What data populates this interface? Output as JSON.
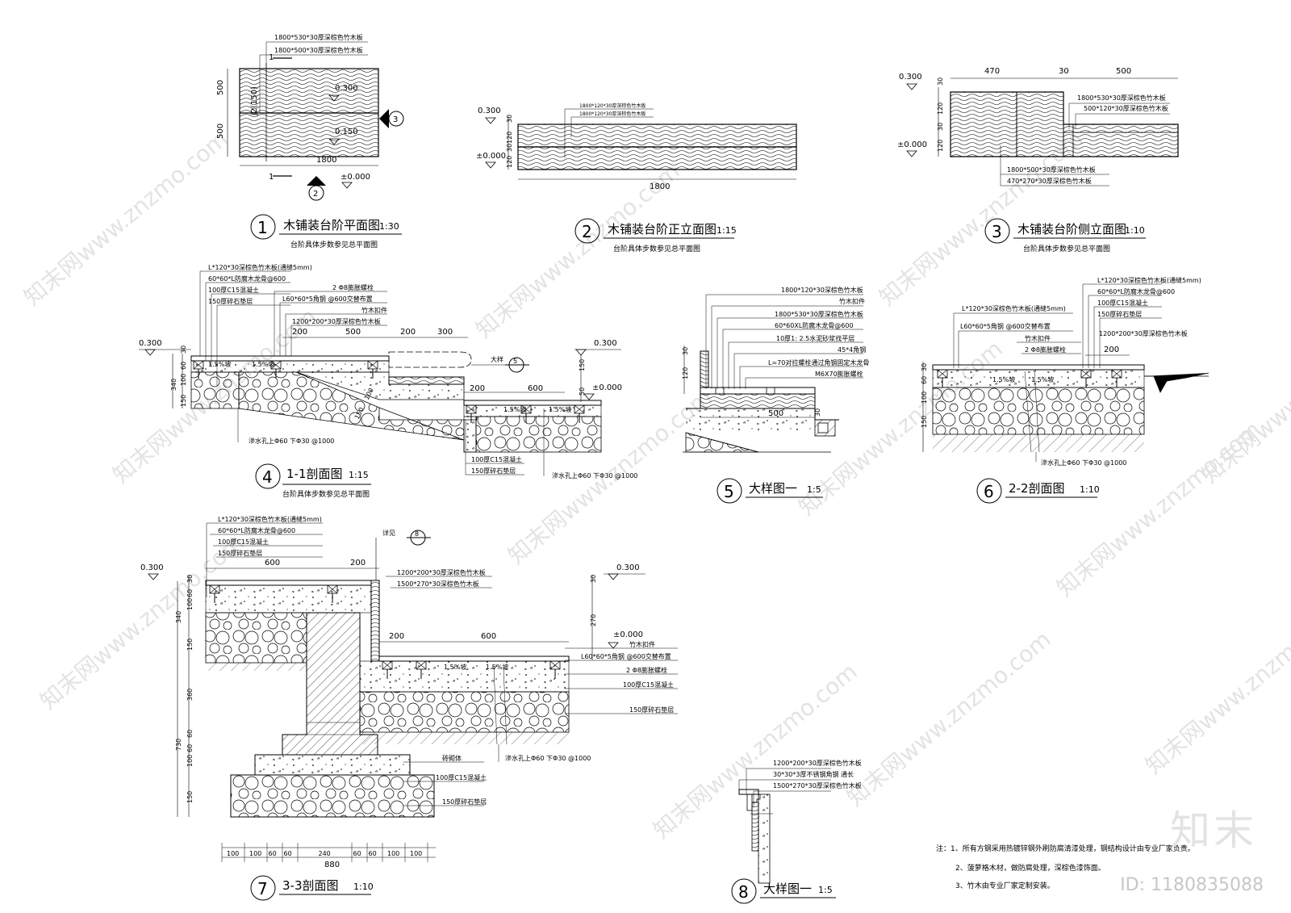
{
  "watermark": "知末网www.znzmo.com",
  "brand": "知末",
  "id_label": "ID: 1180835088",
  "sheet": {
    "d1": {
      "num": "1",
      "title": "木铺装台阶平面图",
      "scale": "1:30",
      "sub": "台阶具体步数参见总平面图",
      "labels": [
        "1800*530*30厚深棕色竹木板",
        "1800*500*30厚深棕色竹木板"
      ],
      "dims": {
        "w": "1800",
        "h1": "500",
        "h2": "500"
      },
      "levels": [
        "0.300",
        "0.150",
        "±0.000"
      ],
      "cut": "1",
      "slope": "j2(150)",
      "ref2": "2",
      "ref3": "3"
    },
    "d2": {
      "num": "2",
      "title": "木铺装台阶正立面图",
      "scale": "1:15",
      "sub": "台阶具体步数参见总平面图",
      "labels": [
        "1800*120*30厚深棕色竹木板",
        "1800*120*30厚深棕色竹木板"
      ],
      "dims": {
        "w": "1800",
        "v": [
          "30",
          "120",
          "30",
          "120"
        ]
      },
      "levels": [
        "0.300",
        "±0.000"
      ]
    },
    "d3": {
      "num": "3",
      "title": "木铺装台阶侧立面图",
      "scale": "1:10",
      "sub": "台阶具体步数参见总平面图",
      "labels": [
        "1800*530*30厚深棕色竹木板",
        "500*120*30厚深棕色竹木板",
        "1800*500*30厚深棕色竹木板",
        "470*270*30厚深棕色竹木板"
      ],
      "dims": {
        "top": [
          "470",
          "30",
          "500"
        ],
        "v": [
          "30",
          "120",
          "30",
          "120"
        ]
      },
      "levels": [
        "0.300",
        "±0.000"
      ]
    },
    "d4": {
      "num": "4",
      "title": "1-1剖面图",
      "scale": "1:15",
      "sub": "台阶具体步数参见总平面图",
      "labels": [
        "L*120*30深棕色竹木板(通缝5mm)",
        "60*60*L防腐木龙骨@600",
        "100厚C15混凝土",
        "150厚碎石垫层",
        "2 Φ8膨胀螺栓",
        "L60*60*5角钢 @600交替布置",
        "竹木扣件",
        "1200*200*30厚深棕色竹木板"
      ],
      "bottom": [
        "滲水孔上Φ60 下Φ30 @1000",
        "100厚C15混凝土",
        "150厚碎石垫层",
        "滲水孔上Φ60 下Φ30 @1000"
      ],
      "dims": {
        "top": [
          "200",
          "500",
          "200",
          "300"
        ],
        "mid": [
          "200",
          "600"
        ],
        "v": [
          "30",
          "60",
          "100",
          "150",
          "340"
        ],
        "r": [
          "150",
          "50"
        ],
        "slope": [
          "150",
          "100"
        ]
      },
      "levels": [
        "0.300",
        "0.300",
        "±0.000"
      ],
      "slopes": [
        "1.5%坡",
        "1.5%坡",
        "1.5%坡",
        "1.5%坡"
      ],
      "detail": "大样",
      "detail_num": "5"
    },
    "d5": {
      "num": "5",
      "title": "大样图一",
      "scale": "1:5",
      "labels": [
        "1800*120*30深棕色竹木板",
        "竹木扣件",
        "1800*530*30厚深棕色竹木板",
        "60*60XL防腐木龙骨@600",
        "10厚1: 2.5水泥砂浆找平层",
        "45*4角钢",
        "L=70对拉螺栓通过角钢固定木龙骨",
        "M6X70膨胀螺栓"
      ],
      "dims": {
        "w": "500",
        "v": [
          "30",
          "120"
        ],
        "r": "30"
      }
    },
    "d6": {
      "num": "6",
      "title": "2-2剖面图",
      "scale": "1:10",
      "labels": [
        "L*120*30深棕色竹木板(通缝5mm)",
        "60*60*L防腐木龙骨@600",
        "100厚C15混凝土",
        "150厚碎石垫层",
        "L*120*30深棕色竹木板(通缝5mm)",
        "L60*60*5角钢 @600交替布置",
        "竹木扣件",
        "2 Φ8膨胀螺栓",
        "1200*200*30厚深棕色竹木板"
      ],
      "bottom": "滲水孔上Φ60 下Φ30 @1000",
      "dims": {
        "top": "200",
        "v": [
          "30",
          "60",
          "100",
          "150"
        ]
      },
      "slopes": [
        "1.5%坡",
        "1.5%坡"
      ]
    },
    "d7": {
      "num": "7",
      "title": "3-3剖面图",
      "scale": "1:10",
      "labels": [
        "L*120*30深棕色竹木板(通缝5mm)",
        "60*60*L防腐木龙骨@600",
        "100厚C15混凝土",
        "150厚碎石垫层",
        "1200*200*30厚深棕色竹木板",
        "1500*270*30深棕色竹木板"
      ],
      "right": [
        "竹木扣件",
        "L60*60*5角钢 @600交替布置",
        "2 Φ8膨胀螺栓",
        "100厚C15混凝土",
        "150厚碎石垫层"
      ],
      "mid": [
        "砖砌体",
        "滲水孔上Φ60 下Φ30 @1000",
        "100厚C15混凝土",
        "150厚碎石垫层"
      ],
      "dims": {
        "top": [
          "600",
          "200"
        ],
        "mid": [
          "200",
          "600"
        ],
        "bottom": [
          "100",
          "100",
          "60",
          "60",
          "240",
          "60",
          "60",
          "100",
          "100"
        ],
        "total": "880",
        "v": [
          "30",
          "60",
          "100",
          "340",
          "150",
          "360",
          "730",
          "60",
          "60",
          "100",
          "150"
        ],
        "r": [
          "30",
          "270"
        ]
      },
      "levels": [
        "0.300",
        "0.300",
        "±0.000"
      ],
      "slopes": [
        "1.5%坡",
        "1.5%坡"
      ],
      "detail": "详见",
      "detail_num": "8"
    },
    "d8": {
      "num": "8",
      "title": "大样图一",
      "scale": "1:5",
      "labels": [
        "1200*200*30厚深棕色竹木板",
        "30*30*3厚不锈钢角钢 通长",
        "1500*270*30厚深棕色竹木板"
      ]
    },
    "notes": [
      "注：1、所有方钢采用热镀锌钢外刷防腐清漆处理，钢结构设计由专业厂家负责。",
      "2、菠萝格木材，做防腐处理，深棕色漆饰面。",
      "3、竹木由专业厂家定制安装。"
    ]
  }
}
